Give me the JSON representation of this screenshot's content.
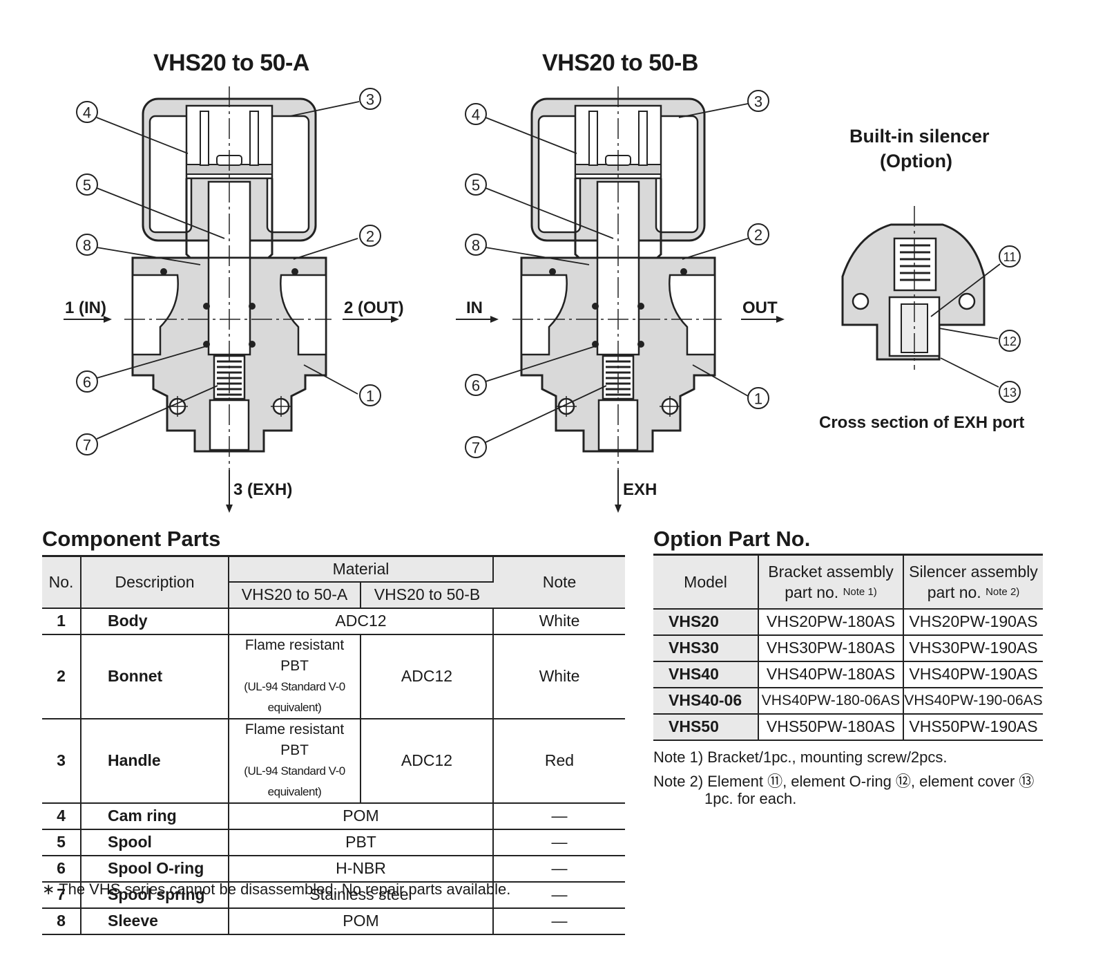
{
  "figures": {
    "a": {
      "title": "VHS20 to 50-A",
      "in": "1 (IN)",
      "out": "2 (OUT)",
      "exh": "3 (EXH)"
    },
    "b": {
      "title": "VHS20 to 50-B",
      "in": "IN",
      "out": "OUT",
      "exh": "EXH"
    },
    "silencer": {
      "title_line1": "Built-in silencer",
      "title_line2": "(Option)",
      "caption": "Cross section of EXH port"
    }
  },
  "callouts": [
    "1",
    "2",
    "3",
    "4",
    "5",
    "6",
    "7",
    "8",
    "11",
    "12",
    "13"
  ],
  "component_parts": {
    "title": "Component Parts",
    "headers": {
      "no": "No.",
      "description": "Description",
      "material": "Material",
      "mat_a": "VHS20 to 50-A",
      "mat_b": "VHS20 to 50-B",
      "note": "Note"
    },
    "rows": [
      {
        "no": "1",
        "description": "Body",
        "material": "ADC12",
        "note": "White"
      },
      {
        "no": "2",
        "description": "Bonnet",
        "mat_a_line1": "Flame resistant PBT",
        "mat_a_line2": "(UL-94 Standard V-0 equivalent)",
        "mat_b": "ADC12",
        "note": "White"
      },
      {
        "no": "3",
        "description": "Handle",
        "mat_a_line1": "Flame resistant PBT",
        "mat_a_line2": "(UL-94 Standard V-0 equivalent)",
        "mat_b": "ADC12",
        "note": "Red"
      },
      {
        "no": "4",
        "description": "Cam ring",
        "material": "POM",
        "note": "—"
      },
      {
        "no": "5",
        "description": "Spool",
        "material": "PBT",
        "note": "—"
      },
      {
        "no": "6",
        "description": "Spool O-ring",
        "material": "H-NBR",
        "note": "—"
      },
      {
        "no": "7",
        "description": "Spool spring",
        "material": "Stainless steel",
        "note": "—"
      },
      {
        "no": "8",
        "description": "Sleeve",
        "material": "POM",
        "note": "—"
      }
    ],
    "footnote": "∗ The VHS series cannot be disassembled. No repair parts available."
  },
  "option_parts": {
    "title": "Option Part No.",
    "headers": {
      "model": "Model",
      "bracket_line1": "Bracket assembly",
      "bracket_line2": "part no.",
      "bracket_note": "Note 1)",
      "silencer_line1": "Silencer assembly",
      "silencer_line2": "part no.",
      "silencer_note": "Note 2)"
    },
    "rows": [
      {
        "model": "VHS20",
        "bracket": "VHS20PW-180AS",
        "silencer": "VHS20PW-190AS"
      },
      {
        "model": "VHS30",
        "bracket": "VHS30PW-180AS",
        "silencer": "VHS30PW-190AS"
      },
      {
        "model": "VHS40",
        "bracket": "VHS40PW-180AS",
        "silencer": "VHS40PW-190AS"
      },
      {
        "model": "VHS40-06",
        "bracket": "VHS40PW-180-06AS",
        "silencer": "VHS40PW-190-06AS"
      },
      {
        "model": "VHS50",
        "bracket": "VHS50PW-180AS",
        "silencer": "VHS50PW-190AS"
      }
    ],
    "note1": "Note 1) Bracket/1pc., mounting screw/2pcs.",
    "note2_line1": "Note 2) Element ⑪, element O-ring ⑫, element cover ⑬",
    "note2_line2": "1pc. for each."
  }
}
